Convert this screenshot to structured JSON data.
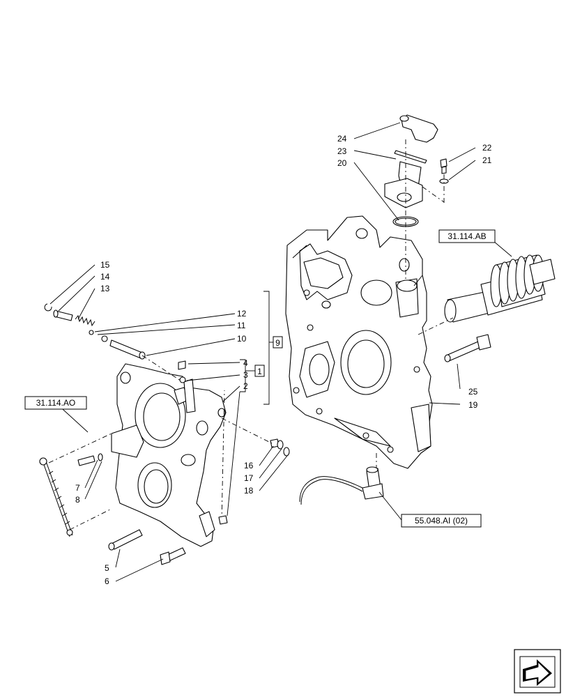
{
  "callouts": {
    "c1": "1",
    "c2": "2",
    "c3": "3",
    "c4": "4",
    "c5": "5",
    "c6": "6",
    "c7": "7",
    "c8": "8",
    "c9": "9",
    "c10": "10",
    "c11": "11",
    "c12": "12",
    "c13": "13",
    "c14": "14",
    "c15": "15",
    "c16": "16",
    "c17": "17",
    "c18": "18",
    "c19": "19",
    "c20": "20",
    "c21": "21",
    "c22": "22",
    "c23": "23",
    "c24": "24",
    "c25": "25"
  },
  "references": {
    "ref_31_114_AO": "31.114.AO",
    "ref_31_114_AB": "31.114.AB",
    "ref_55_048_AI": "55.048.AI (02)"
  },
  "nav": {
    "icon": "next-page-arrow-icon"
  }
}
